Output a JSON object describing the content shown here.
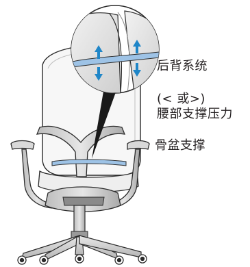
{
  "callouts": {
    "backrest_system": "后背系统",
    "lumbar_note": "(< 或>)",
    "lumbar_support_pressure": "腰部支撑压力",
    "pelvic_support": "骨盆支撑"
  },
  "colors": {
    "outline": "#2b2b2b",
    "frame_grey": "#c9c9c9",
    "frame_dark": "#8a8a8a",
    "shell_white": "#f7f7f7",
    "lumbar_blue": "#9ec3e6",
    "arrow_blue": "#1f86c8"
  }
}
